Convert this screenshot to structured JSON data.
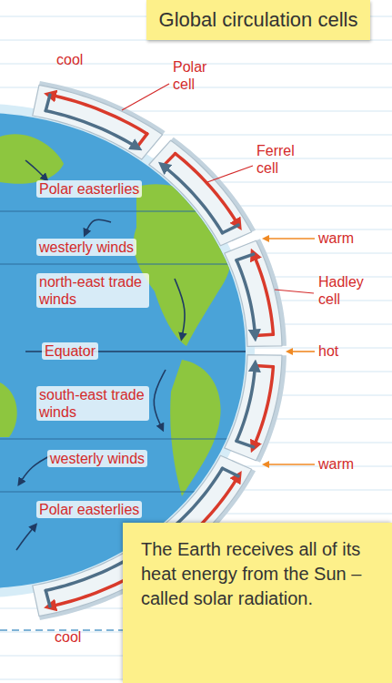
{
  "diagram": {
    "title": "Global circulation cells",
    "nodes": [
      {
        "text": [
          "The Earth receives all of its heat energy from the Sun – called solar radiation."
        ]
      }
    ],
    "labels": [
      "cool",
      "Polar cell",
      "Ferrel cell",
      "Polar easterlies",
      "westerly winds",
      "warm",
      "north-east trade winds",
      "Hadley cell",
      "Equator",
      "hot",
      "south-east trade winds",
      "westerly winds",
      "warm",
      "Polar easterlies",
      "cool"
    ]
  }
}
